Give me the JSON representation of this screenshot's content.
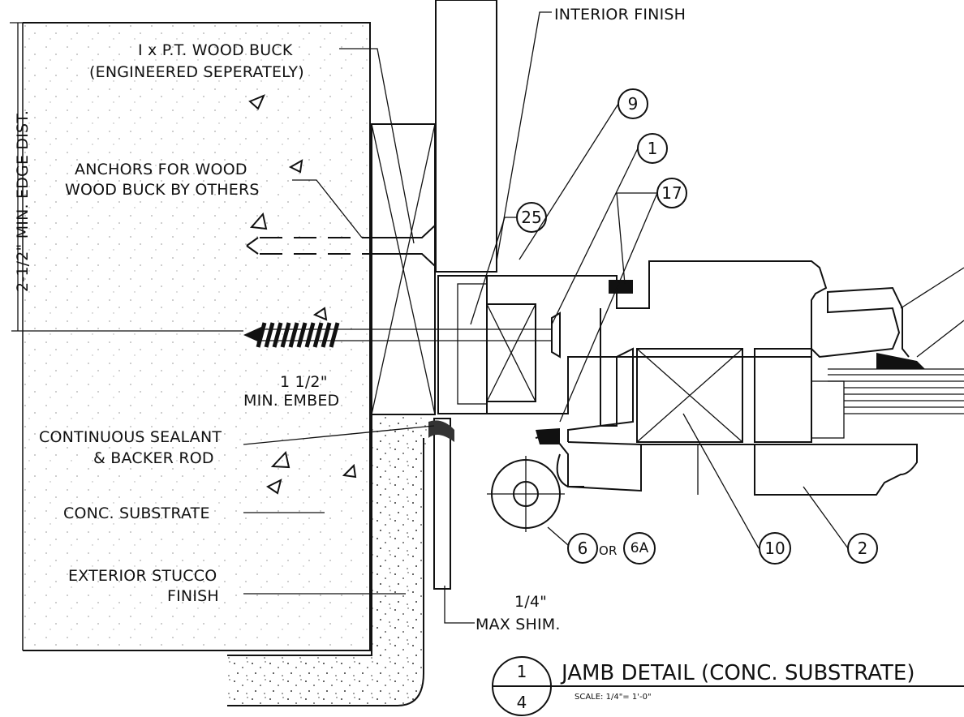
{
  "labels": {
    "interior_finish": "INTERIOR FINISH",
    "wood_buck_1": "I x P.T. WOOD BUCK",
    "wood_buck_2": "(ENGINEERED SEPERATELY)",
    "anchors_1": "ANCHORS FOR WOOD",
    "anchors_2": "WOOD BUCK BY OTHERS",
    "edge_dist": "2-1/2\" MIN. EDGE DIST.",
    "embed_1": "1 1/2\"",
    "embed_2": "MIN. EMBED",
    "sealant_1": "CONTINUOUS SEALANT",
    "sealant_2": "& BACKER ROD",
    "conc_substrate": "CONC. SUBSTRATE",
    "stucco_1": "EXTERIOR STUCCO",
    "stucco_2": "FINISH",
    "shim_1": "1/4\"",
    "shim_2": "MAX SHIM.",
    "or": "OR"
  },
  "callouts": [
    "9",
    "1",
    "17",
    "25",
    "6",
    "6A",
    "10",
    "2"
  ],
  "title_block": {
    "detail_number": "1",
    "sheet_number": "4",
    "title": "JAMB DETAIL (CONC. SUBSTRATE)",
    "scale": "SCALE: 1/4\"= 1'-0\""
  }
}
